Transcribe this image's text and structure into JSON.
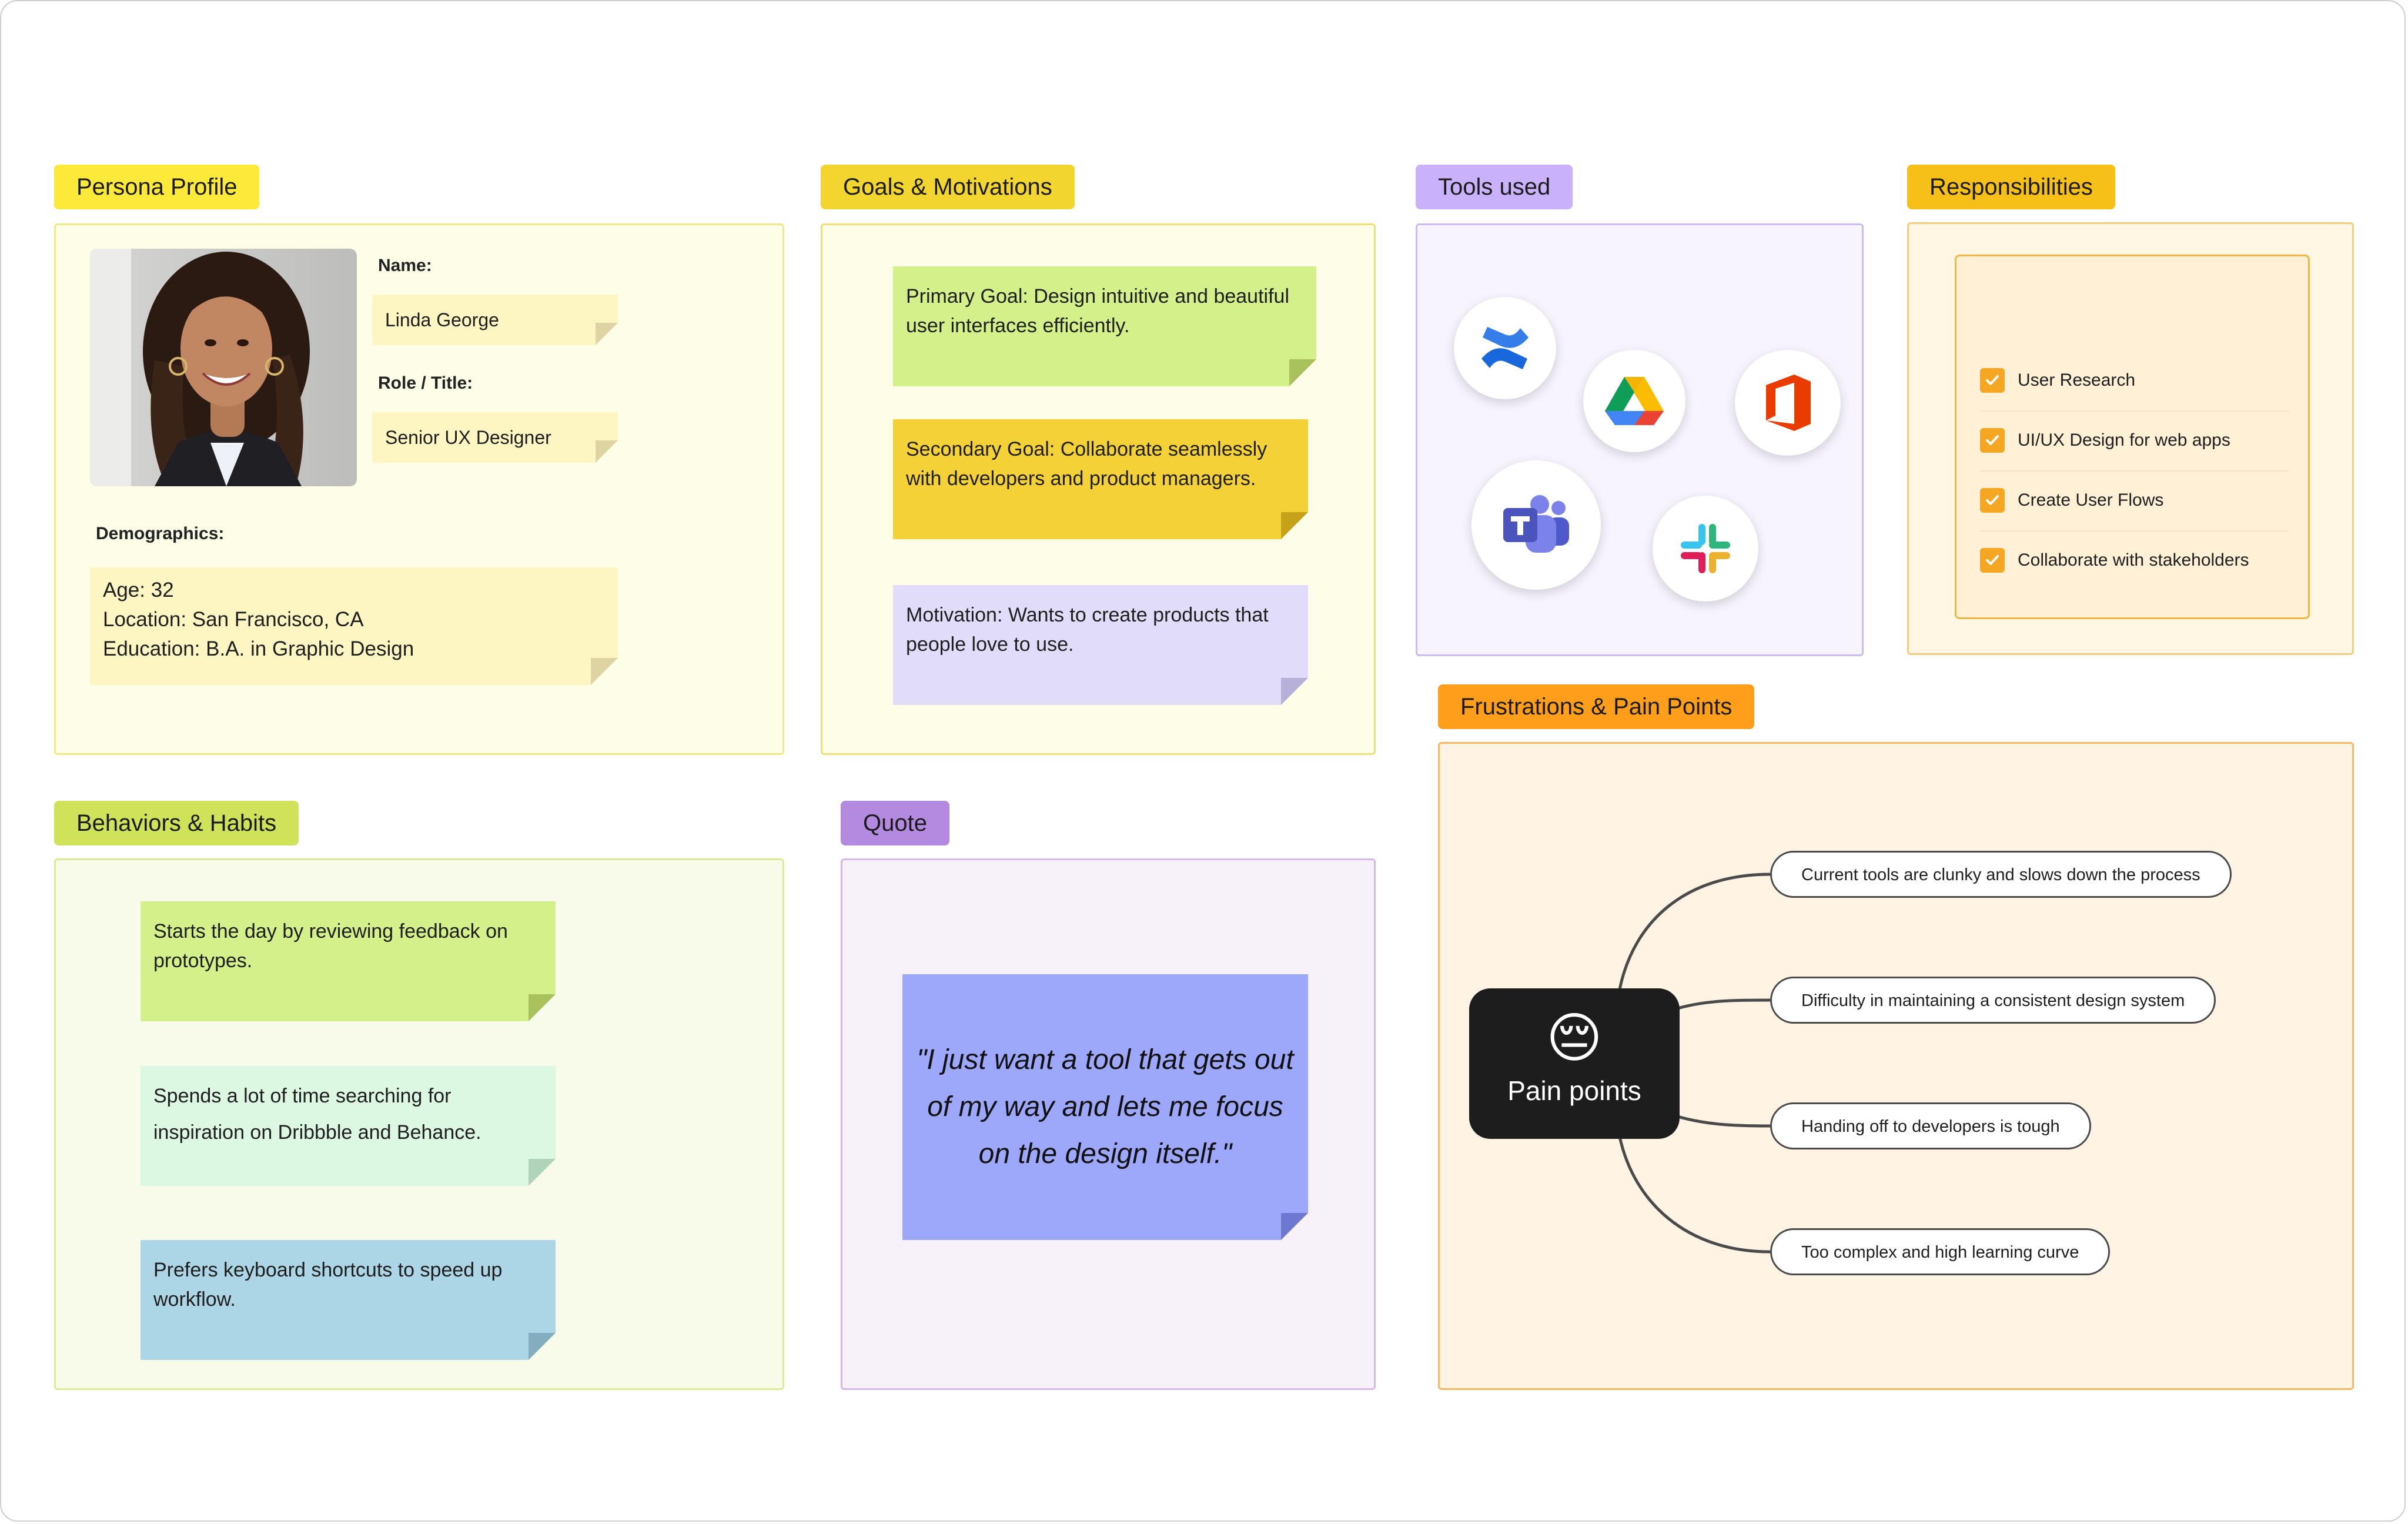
{
  "sections": {
    "persona": {
      "label": "Persona Profile",
      "name_label": "Name:",
      "name": "Linda George",
      "role_label": "Role / Title:",
      "role": "Senior UX Designer",
      "demographics_label": "Demographics:",
      "demographics": [
        "Age: 32",
        "Location: San Francisco, CA",
        "Education: B.A. in Graphic Design"
      ]
    },
    "goals": {
      "label": "Goals & Motivations",
      "notes": [
        "Primary Goal: Design intuitive and beautiful user interfaces efficiently.",
        "Secondary Goal: Collaborate seamlessly with developers and product managers.",
        "Motivation: Wants to create products that people love to use."
      ]
    },
    "tools": {
      "label": "Tools used",
      "icons": [
        "confluence-icon",
        "google-drive-icon",
        "microsoft-office-icon",
        "microsoft-teams-icon",
        "slack-icon"
      ]
    },
    "responsibilities": {
      "label": "Responsibilities",
      "items": [
        "User Research",
        "UI/UX Design for web apps",
        "Create User Flows",
        "Collaborate with stakeholders"
      ]
    },
    "behaviors": {
      "label": "Behaviors & Habits",
      "notes": [
        "Starts the day by reviewing feedback on prototypes.",
        "Spends a lot of time searching for inspiration on Dribbble and Behance.",
        "Prefers keyboard shortcuts to speed up workflow."
      ]
    },
    "quote": {
      "label": "Quote",
      "text": "\"I just want a tool that gets out of my way and lets me focus on the design itself.\""
    },
    "frustrations": {
      "label": "Frustrations & Pain Points",
      "center_emoji": "😔",
      "center_label": "Pain points",
      "items": [
        "Current tools are clunky and slows down the process",
        "Difficulty in maintaining a consistent design system",
        "Handing off to developers is tough",
        "Too complex and high learning curve"
      ]
    }
  },
  "colors": {
    "label_yellow": "#fde93a",
    "label_gold": "#f2d52e",
    "label_purple": "#c9b2fb",
    "label_amber": "#f7c018",
    "label_orange": "#ff9e1a",
    "label_lime": "#cfe25a",
    "label_violet": "#b38ae0",
    "sticky_green": "#d4f08a",
    "sticky_yellow": "#f4d137",
    "sticky_lavender": "#e1dcfa",
    "sticky_mint": "#dcf8e3",
    "sticky_blue": "#acd5e6",
    "quote_blue": "#9ea8fb"
  }
}
